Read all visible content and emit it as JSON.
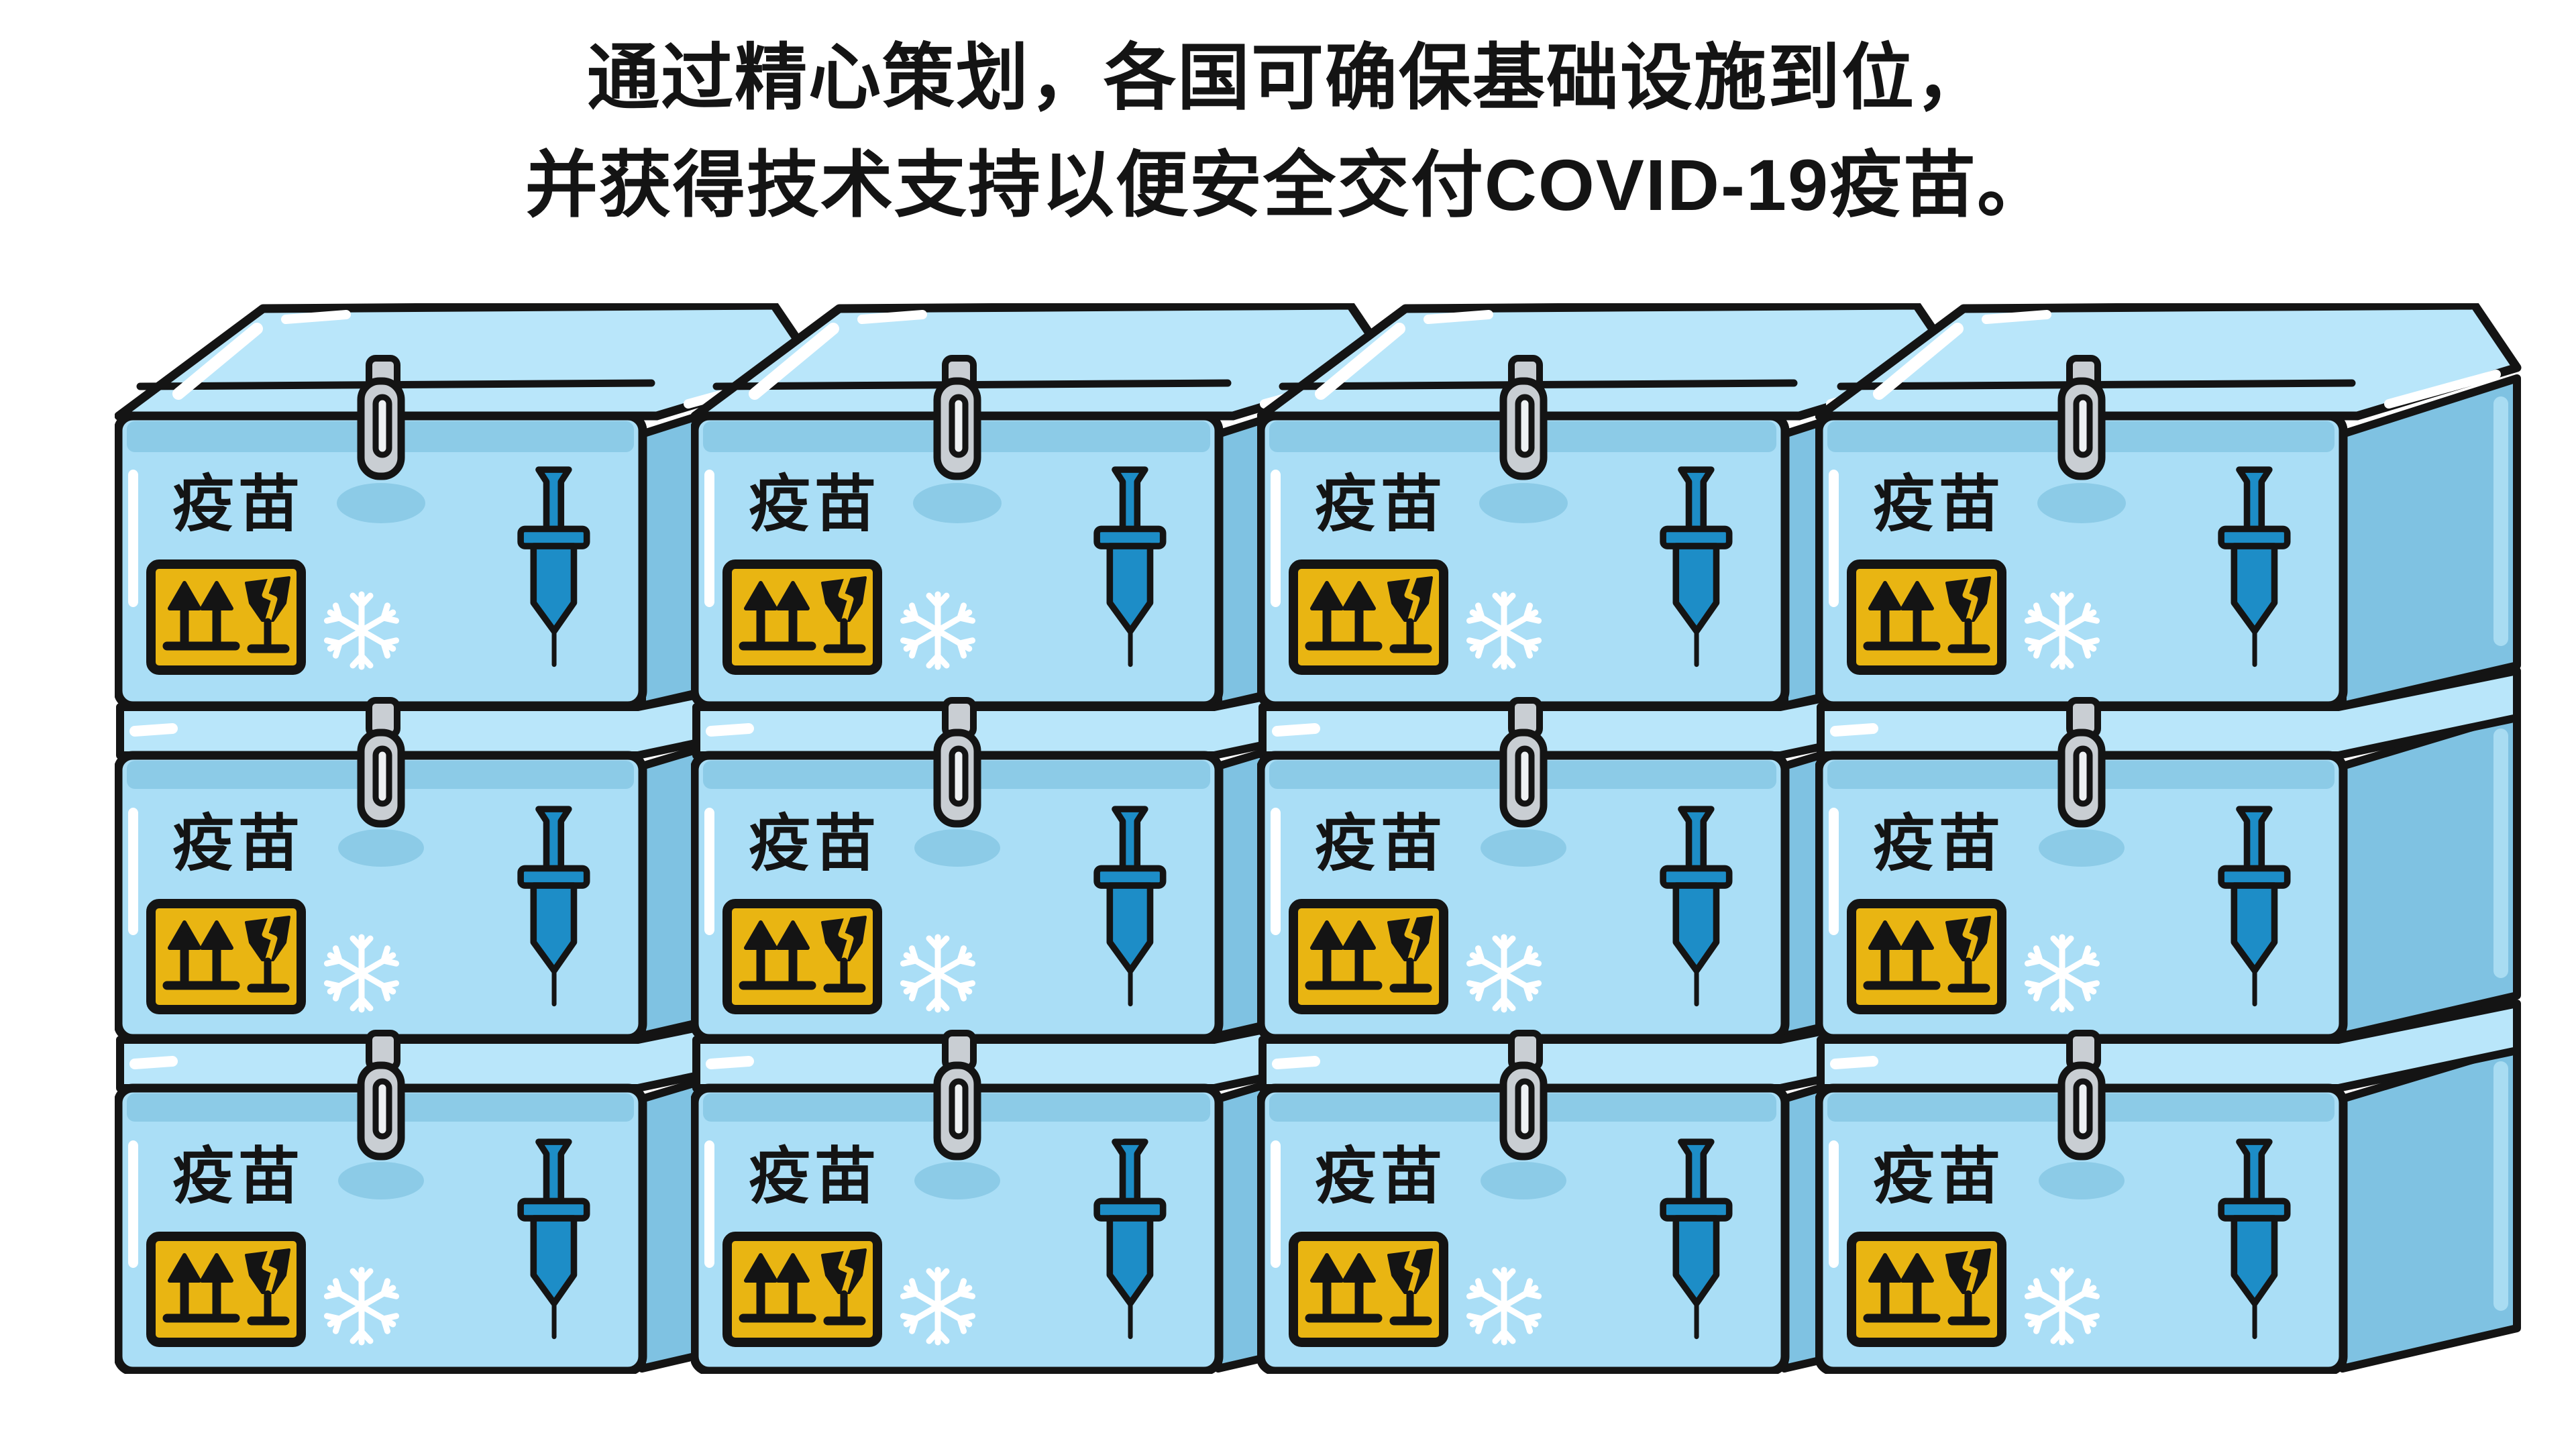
{
  "title": {
    "line1": "通过精心策划，各国可确保基础设施到位，",
    "line2": "并获得技术支持以便安全交付COVID-19疫苗。"
  },
  "box": {
    "label": "疫苗"
  },
  "grid": {
    "stacks": 4,
    "rows": 3
  },
  "icons": [
    "syringe-icon",
    "snowflake-icon",
    "this-way-up-arrows-icon",
    "fragile-glass-icon",
    "latch-icon"
  ],
  "colors": {
    "background": "#ffffff",
    "text": "#141414",
    "outline": "#141414",
    "box_front": "#aadef6",
    "box_lid": "#b9e6fa",
    "box_side": "#7fc2e2",
    "lid_shadow": "#8ccbe7",
    "syringe_blue": "#1d8dc7",
    "label_yellow": "#e9b512",
    "snowflake": "#ffffff",
    "latch_gray": "#c9ced3"
  }
}
